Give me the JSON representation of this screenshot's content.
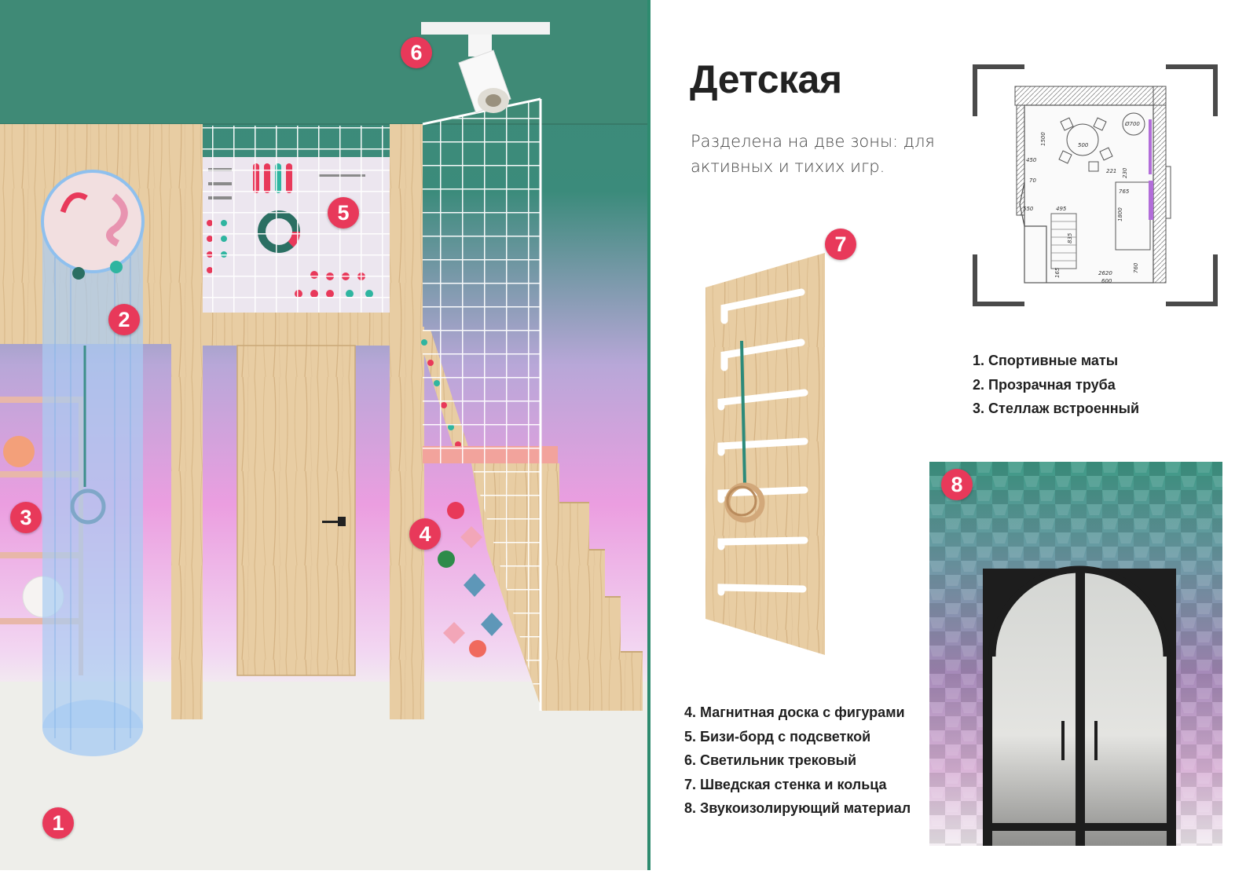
{
  "page": {
    "title": "Детская",
    "subtitle": "Разделена на две зоны: для активных и тихих игр."
  },
  "colors": {
    "accent": "#e8395a",
    "wall_green": "#3f8a76",
    "wall_pink": "#ec9bdc",
    "wood": "#e9cfa6",
    "tube_blue": "#a9ccf2",
    "floor": "#eeeeea"
  },
  "markers": [
    "1",
    "2",
    "3",
    "4",
    "5",
    "6",
    "7",
    "8"
  ],
  "plan": {
    "dimensions": [
      "Ø700",
      "500",
      "221",
      "230",
      "765",
      "450",
      "70",
      "550",
      "495",
      "1800",
      "835",
      "1500",
      "2620",
      "600",
      "165",
      "760"
    ]
  },
  "legend_left": [
    "1. Спортивные маты",
    "2. Прозрачная труба",
    "3. Стеллаж встроенный"
  ],
  "legend_right": [
    "4. Магнитная доска с фигурами",
    "5. Бизи-борд с подсветкой",
    "6. Светильник трековый",
    "7. Шведская стенка и кольца",
    "8. Звукоизолирующий материал"
  ]
}
